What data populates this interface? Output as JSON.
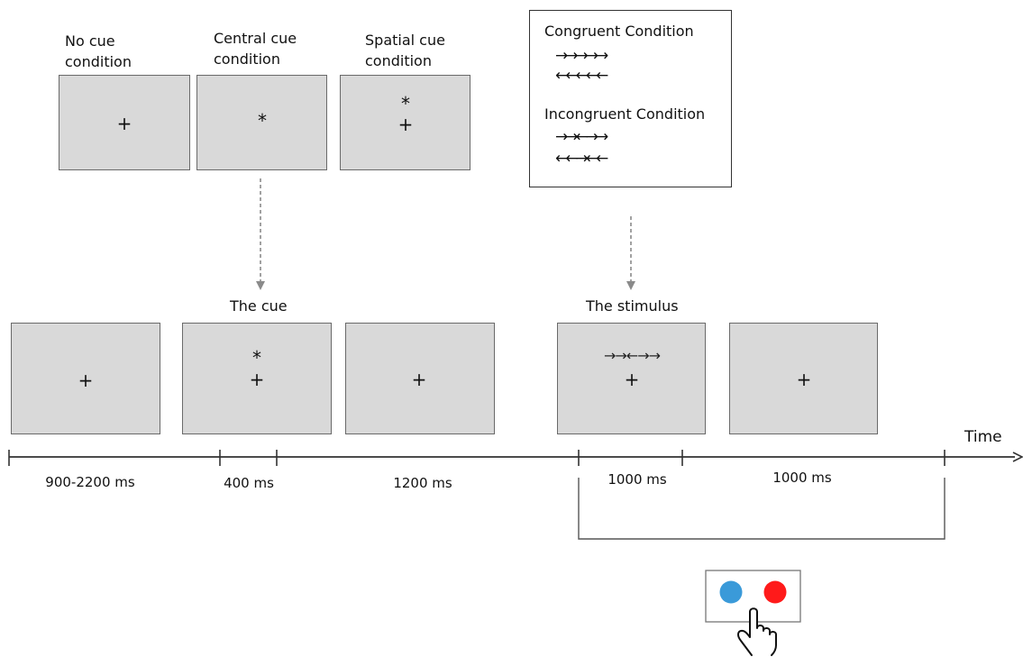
{
  "cue_conditions": {
    "no_cue": {
      "label": "No cue\ncondition",
      "center": "+"
    },
    "central_cue": {
      "label": "Central cue\ncondition",
      "center": "*"
    },
    "spatial_cue": {
      "label": "Spatial cue\ncondition",
      "top": "*",
      "center": "+"
    }
  },
  "flanker_box": {
    "congruent_title": "Congruent Condition",
    "congruent_rows": [
      "→→→→→",
      "←←←←←"
    ],
    "incongruent_title": "Incongruent Condition",
    "incongruent_rows": [
      "→→←→→",
      "←←→←←"
    ]
  },
  "sequence": {
    "cue_label": "The cue",
    "stimulus_label": "The stimulus",
    "fixation_1": "+",
    "cue_screen": {
      "top": "*",
      "center": "+"
    },
    "fixation_2": "+",
    "stimulus_screen": {
      "arrows": "→→←→→",
      "center": "+"
    },
    "fixation_3": "+"
  },
  "timeline": {
    "axis_label": "Time",
    "durations": [
      "900-2200 ms",
      "400 ms",
      "1200 ms",
      "1000 ms",
      "1000 ms"
    ]
  },
  "response_pad": {
    "left_button_color": "#3a9ad9",
    "right_button_color": "#ff1a1a",
    "icon": "pointing-hand-icon"
  }
}
